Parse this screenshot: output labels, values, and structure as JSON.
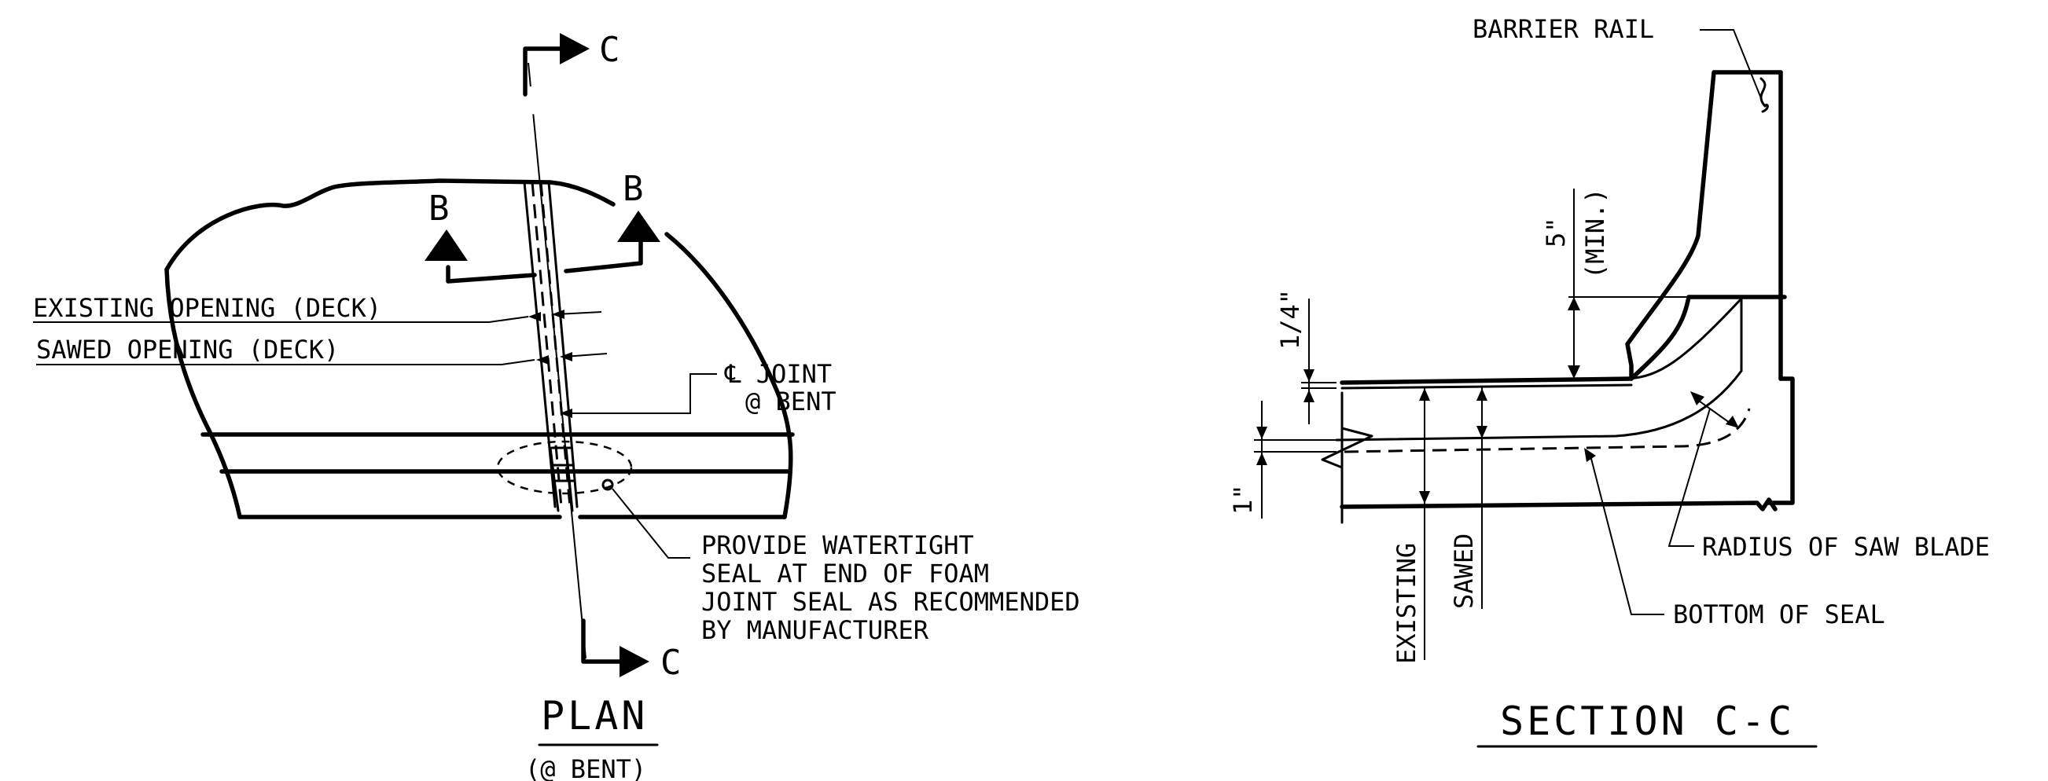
{
  "plan": {
    "cut_label_top": "C",
    "cut_label_bottom": "C",
    "section_label_left": "B",
    "section_label_right": "B",
    "existing_opening": "EXISTING OPENING (DECK)",
    "sawed_opening": "SAWED OPENING (DECK)",
    "cl_joint_line1": "℄ JOINT",
    "cl_joint_line2": "@ BENT",
    "note": [
      "PROVIDE WATERTIGHT",
      "SEAL AT END OF FOAM",
      "JOINT SEAL AS RECOMMENDED",
      "BY MANUFACTURER"
    ],
    "title": "PLAN",
    "subtitle": "(@ BENT)"
  },
  "section": {
    "barrier_rail": "BARRIER RAIL",
    "min_dim": "5\"",
    "min_note": "(MIN.)",
    "quarter_dim": "1/4\"",
    "one_inch_dim": "1\"",
    "existing": "EXISTING",
    "sawed": "SAWED",
    "radius": "RADIUS OF SAW BLADE",
    "bottom_seal": "BOTTOM OF SEAL",
    "title": "SECTION C-C"
  }
}
